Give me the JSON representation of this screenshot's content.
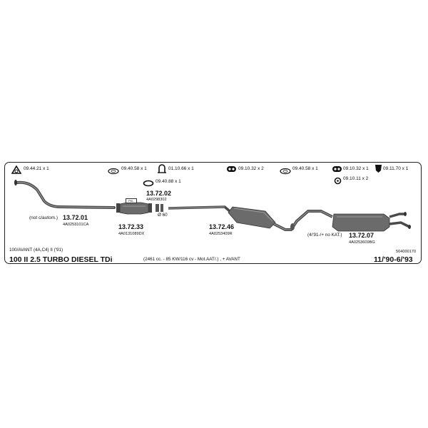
{
  "accessories": [
    {
      "code": "09.44.21",
      "qty": "x 1",
      "icon": "gasket-ring-icon"
    },
    {
      "code": "09.40.58",
      "qty": "x 1",
      "icon": "flat-gasket-icon"
    },
    {
      "code": "01.10.66",
      "qty": "x 1",
      "icon": "clamp-icon"
    },
    {
      "code": "09.10.32",
      "qty": "x 2",
      "icon": "rubber-hanger-icon"
    },
    {
      "code": "09.40.58",
      "qty": "x 1",
      "icon": "flat-gasket-icon"
    },
    {
      "code": "09.10.32",
      "qty": "x 1",
      "icon": "rubber-hanger-icon"
    },
    {
      "code": "09.11.70",
      "qty": "x 1",
      "icon": "rubber-mount-icon"
    },
    {
      "code": "09.40.88",
      "qty": "x 1",
      "icon": "seal-ring-icon"
    },
    {
      "code": "09.10.11",
      "qty": "x 2",
      "icon": "bush-ring-icon"
    }
  ],
  "parts": {
    "front_pipe": {
      "note": "(not c/autom.)",
      "code": "13.72.01",
      "oem": "4A0253101CA"
    },
    "catalyst": {
      "code": "13.72.33",
      "oem": "4A0131089DX",
      "tag": "PKL"
    },
    "connector": {
      "code": "13.72.02",
      "oem": "4A0298302",
      "diameter": "Ø 60"
    },
    "middle": {
      "code": "13.72.46",
      "oem": "4A0253409R"
    },
    "rear": {
      "note": "(4/'91-/+ no KAT.)",
      "code": "13.72.07",
      "oem": "4A0253609BG"
    }
  },
  "vehicle": {
    "variant": "100/AVANT (4A,C4) II ('91)",
    "ref": "504000170",
    "title": "100  II  2.5 TURBO DIESEL TDi",
    "spec": "(2461 cc. - 85 KW/116 cv - Mot.AAT/.) , + AVANT",
    "years": "11/'90-6/'93"
  },
  "colors": {
    "pipe": "#4a4a4a",
    "muffler": "#6b6b6b",
    "border": "#222222"
  }
}
